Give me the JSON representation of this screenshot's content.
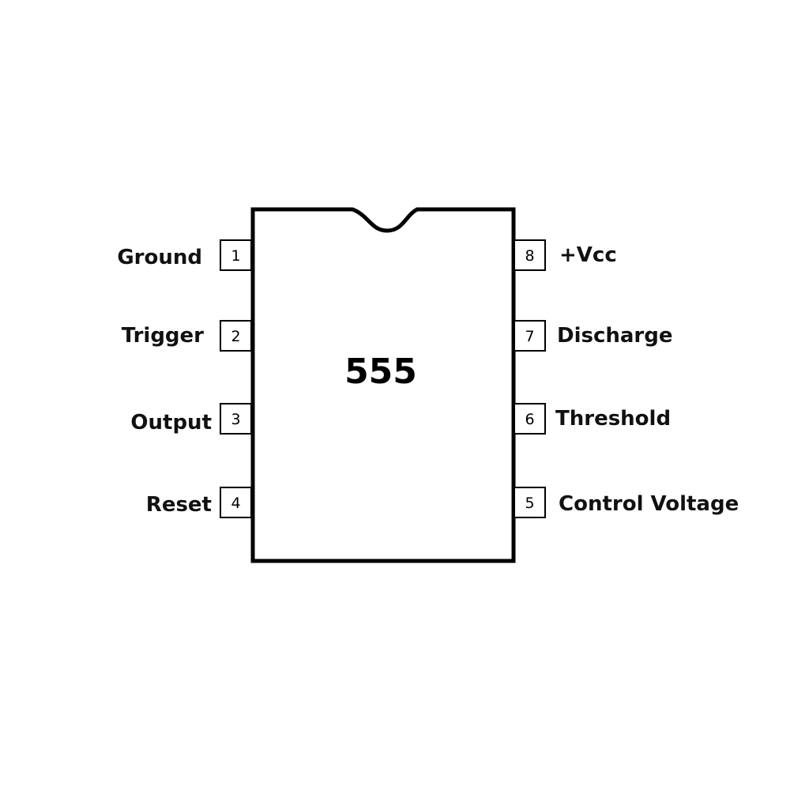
{
  "chip": {
    "name": "555",
    "outline_color": "#000000",
    "background_color": "#ffffff"
  },
  "pins": {
    "left": [
      {
        "number": "1",
        "label": "Ground"
      },
      {
        "number": "2",
        "label": "Trigger"
      },
      {
        "number": "3",
        "label": "Output"
      },
      {
        "number": "4",
        "label": "Reset"
      }
    ],
    "right": [
      {
        "number": "8",
        "label": "+Vcc"
      },
      {
        "number": "7",
        "label": "Discharge"
      },
      {
        "number": "6",
        "label": "Threshold"
      },
      {
        "number": "5",
        "label": "Control Voltage"
      }
    ]
  }
}
